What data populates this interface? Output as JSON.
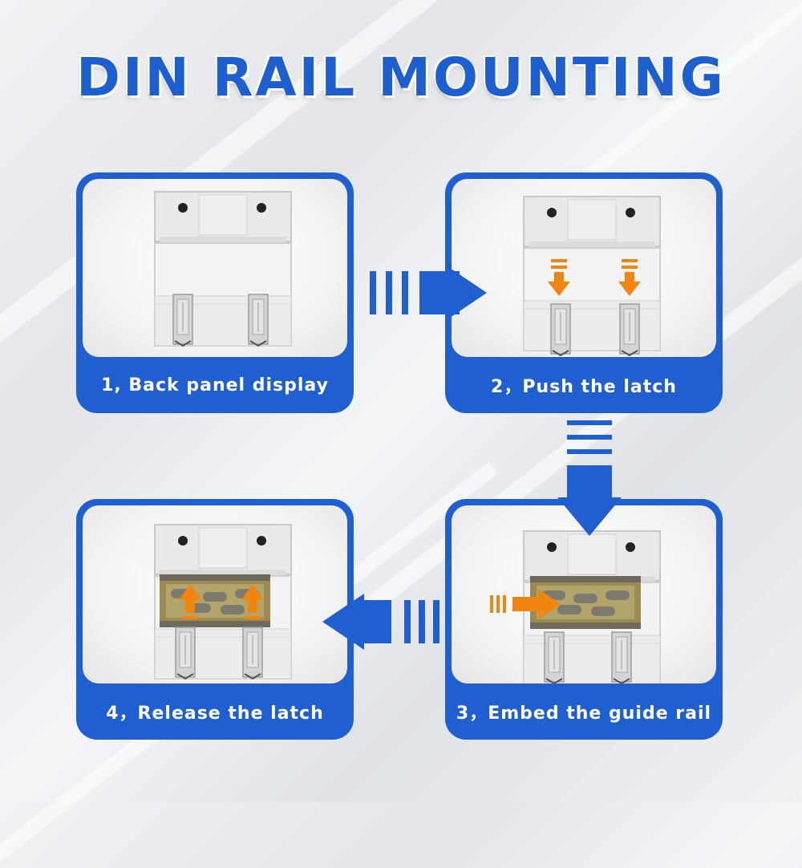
{
  "title": "DIN RAIL MOUNTING",
  "steps": [
    {
      "caption": "1, Back panel display"
    },
    {
      "caption": "2，Push the latch"
    },
    {
      "caption": "3，Embed the guide rail"
    },
    {
      "caption": "4，Release the latch"
    }
  ],
  "colors": {
    "brand_blue": "#1f5fcf",
    "arrow_orange": "#f0850f",
    "background": "#eceef1"
  }
}
